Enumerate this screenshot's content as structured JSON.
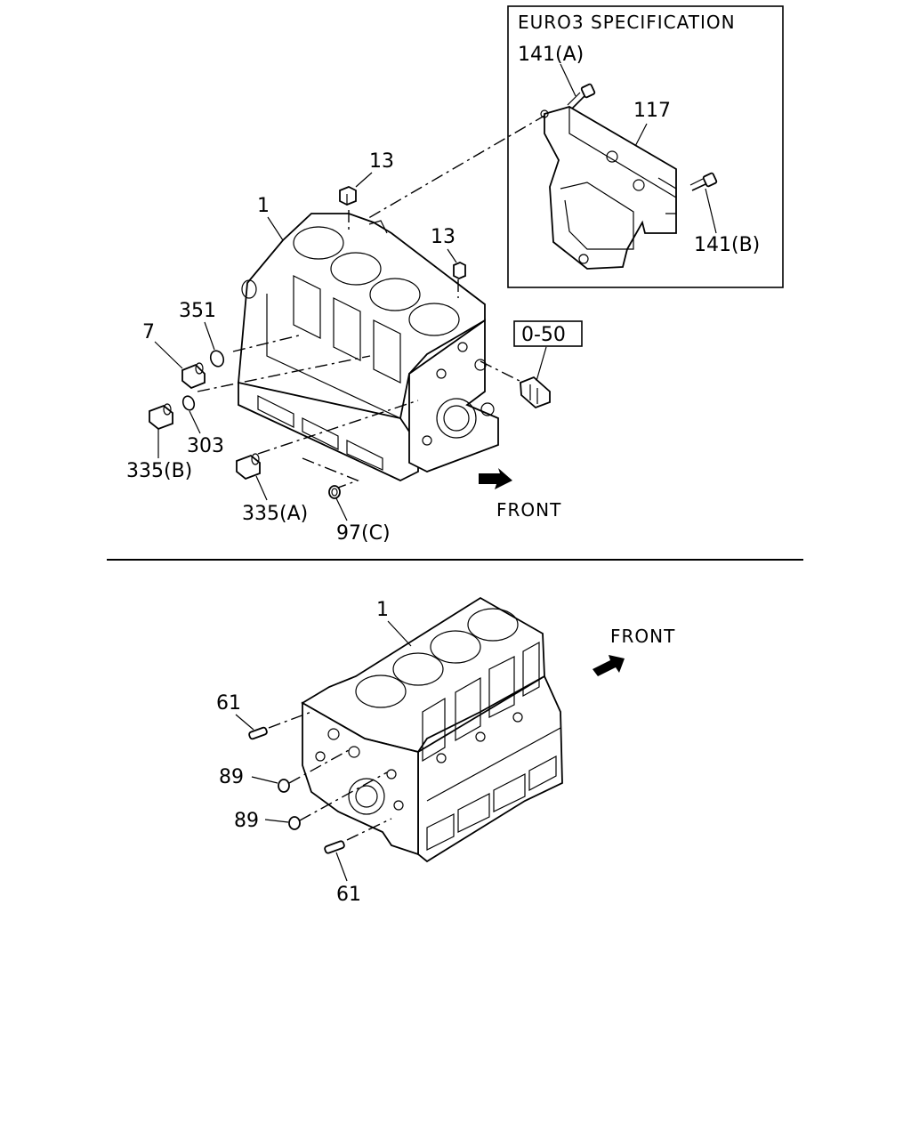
{
  "upper": {
    "euro3_box": {
      "title": "EURO3 SPECIFICATION",
      "labels": {
        "bolt_a": "141(A)",
        "bolt_b": "141(B)",
        "bracket": "117"
      }
    },
    "labels": {
      "block": "1",
      "cap_left": "13",
      "cap_right": "13",
      "gasket_351": "351",
      "plug_7": "7",
      "washer_303": "303",
      "plug_335b": "335(B)",
      "plug_335a": "335(A)",
      "plug_97c": "97(C)",
      "ref_box": "0-50",
      "front": "FRONT"
    }
  },
  "lower": {
    "labels": {
      "block": "1",
      "dowel_top": "61",
      "plug_89_top": "89",
      "plug_89_bottom": "89",
      "dowel_bottom": "61",
      "front": "FRONT"
    }
  }
}
